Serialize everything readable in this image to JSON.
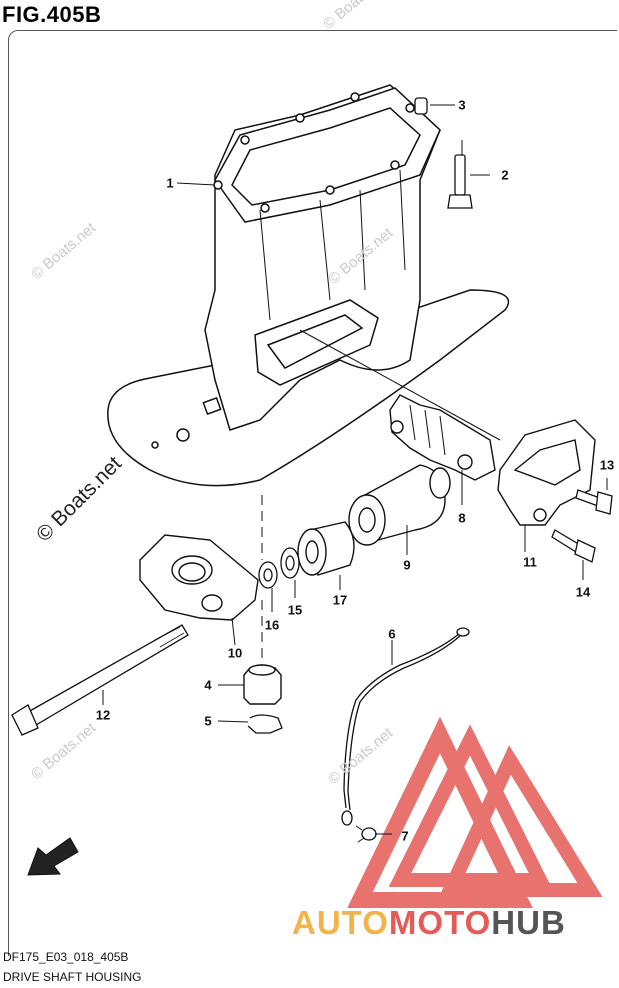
{
  "header": {
    "figure": "FIG.405B"
  },
  "footer": {
    "code": "DF175_E03_018_405B",
    "caption": "DRIVE SHAFT HOUSING"
  },
  "watermark": {
    "small": "© Boats.net",
    "large": "© Boats.net"
  },
  "brand": {
    "part1": "AUTO",
    "part2": "MOTO",
    "part3": "HUB",
    "colors": {
      "auto": "#f2b34a",
      "moto": "#e55a55",
      "hub": "#555555",
      "triangle": "#e55a55"
    }
  },
  "fwd_label": "FWD",
  "callouts": [
    {
      "id": "1",
      "label": "1"
    },
    {
      "id": "2",
      "label": "2"
    },
    {
      "id": "3",
      "label": "3"
    },
    {
      "id": "4",
      "label": "4"
    },
    {
      "id": "5",
      "label": "5"
    },
    {
      "id": "6",
      "label": "6"
    },
    {
      "id": "7",
      "label": "7"
    },
    {
      "id": "8",
      "label": "8"
    },
    {
      "id": "9",
      "label": "9"
    },
    {
      "id": "10",
      "label": "10"
    },
    {
      "id": "11",
      "label": "11"
    },
    {
      "id": "12",
      "label": "12"
    },
    {
      "id": "13",
      "label": "13"
    },
    {
      "id": "14",
      "label": "14"
    },
    {
      "id": "15",
      "label": "15"
    },
    {
      "id": "16",
      "label": "16"
    },
    {
      "id": "17",
      "label": "17"
    }
  ]
}
